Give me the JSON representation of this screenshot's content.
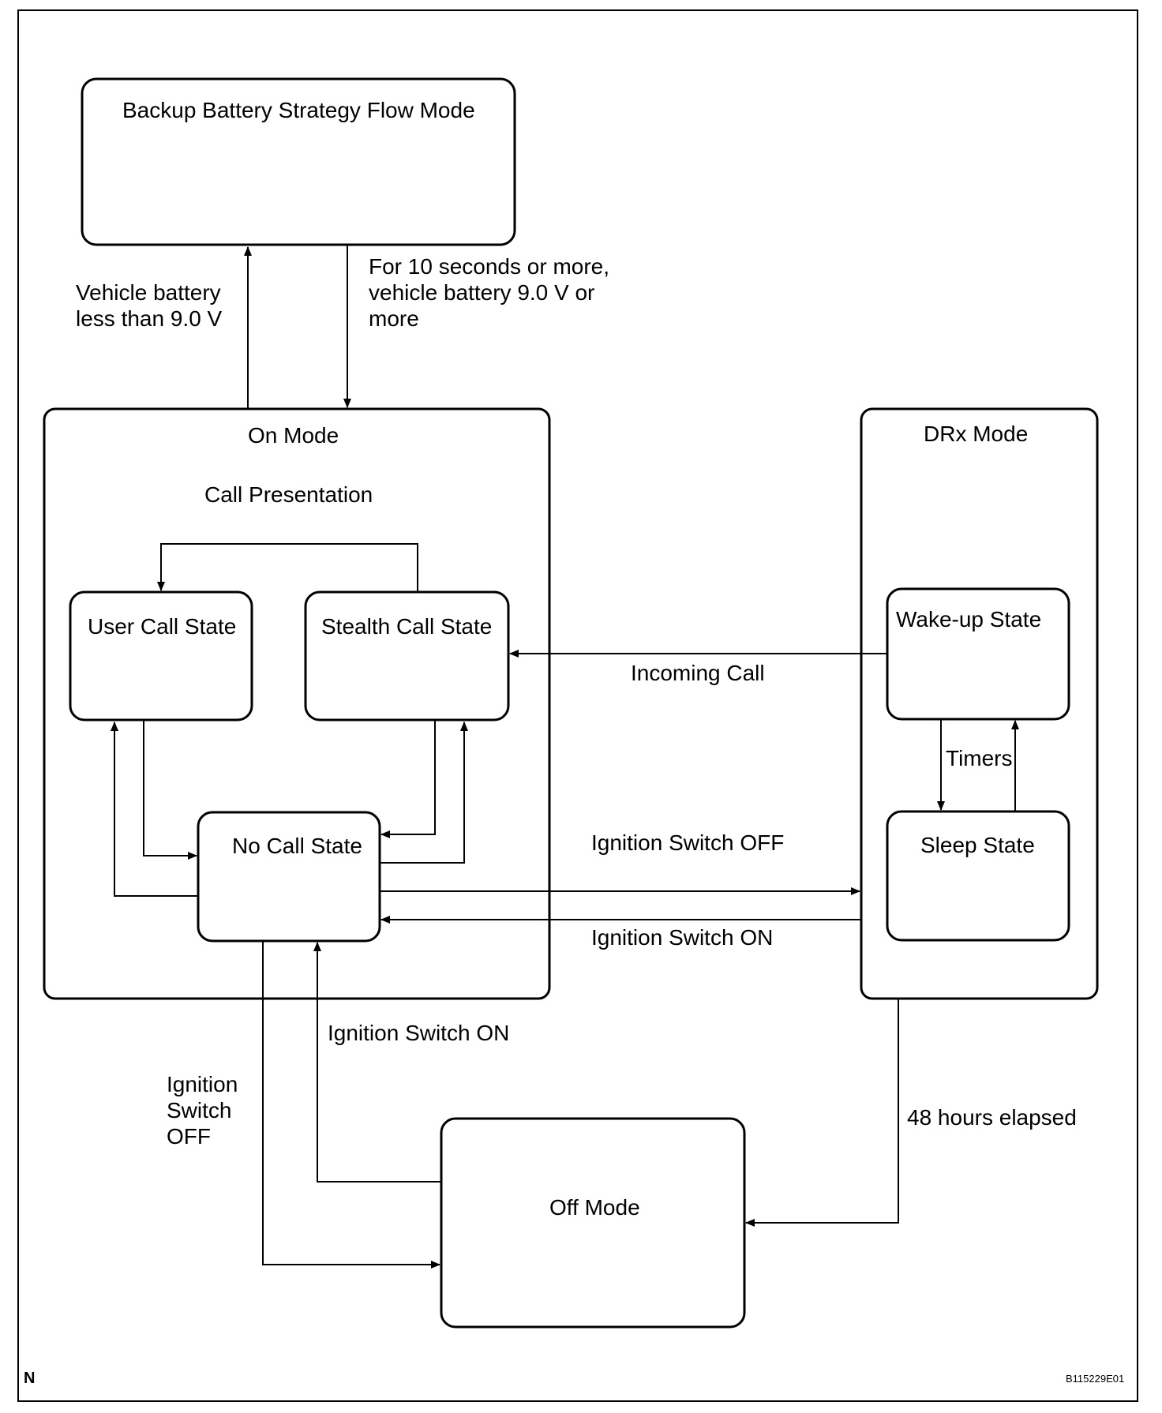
{
  "modes": {
    "backup": "Backup Battery Strategy Flow Mode",
    "on": "On Mode",
    "drx": "DRx Mode",
    "off": "Off Mode"
  },
  "on_mode": {
    "call_presentation": "Call Presentation",
    "user_call": "User Call State",
    "stealth_call": "Stealth Call State",
    "no_call": "No Call State"
  },
  "drx_mode": {
    "wakeup": "Wake-up State",
    "sleep": "Sleep State",
    "timers": "Timers"
  },
  "transitions": {
    "battery_low": [
      "Vehicle battery",
      "less than 9.0 V"
    ],
    "battery_ok": [
      "For 10 seconds or more,",
      "vehicle battery 9.0 V or",
      "more"
    ],
    "incoming_call": "Incoming Call",
    "ign_off_to_drx": "Ignition Switch OFF",
    "ign_on_from_drx": "Ignition Switch ON",
    "ign_on_from_off": "Ignition Switch ON",
    "ign_off_to_off": [
      "Ignition",
      "Switch",
      "OFF"
    ],
    "hours_elapsed": "48 hours elapsed"
  },
  "footer": {
    "corner_mark": "N",
    "figure_id": "B115229E01"
  }
}
